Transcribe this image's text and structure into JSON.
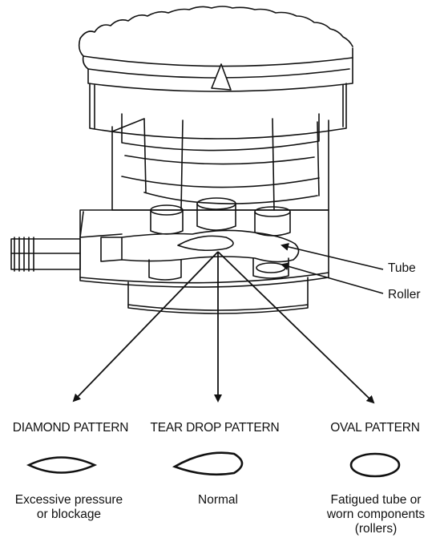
{
  "callouts": {
    "tube": "Tube",
    "roller": "Roller"
  },
  "patterns": [
    {
      "title": "DIAMOND PATTERN",
      "description": [
        "Excessive pressure",
        "or blockage"
      ]
    },
    {
      "title": "TEAR DROP PATTERN",
      "description": [
        "Normal"
      ]
    },
    {
      "title": "OVAL PATTERN",
      "description": [
        "Fatigued tube or",
        "worn components",
        "(rollers)"
      ]
    }
  ],
  "colors": {
    "ink": "#111111",
    "background": "#ffffff"
  }
}
